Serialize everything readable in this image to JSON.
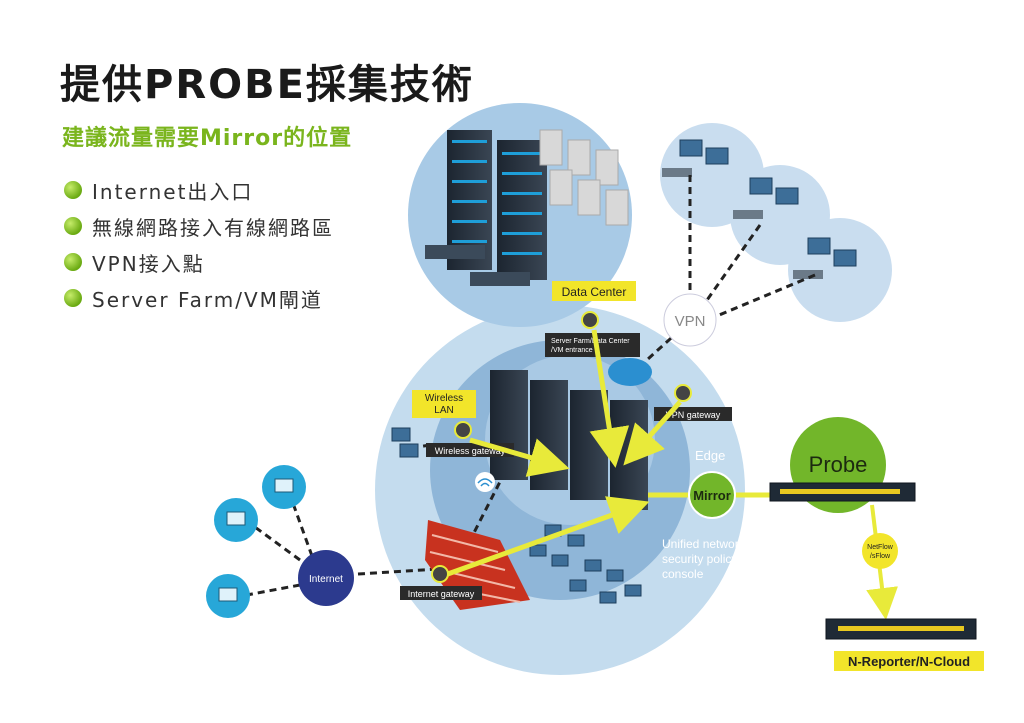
{
  "title": "提供PROBE採集技術",
  "subtitle": "建議流量需要Mirror的位置",
  "bullets": [
    "Internet出入口",
    "無線網路接入有線網路區",
    "VPN接入點",
    "Server Farm/VM閘道"
  ],
  "labels": {
    "data_center": "Data Center",
    "server_farm": [
      "Server Farm/Data Center",
      "/VM entrance"
    ],
    "vpn": "VPN",
    "wireless_lan": [
      "Wireless",
      "LAN"
    ],
    "wireless_gateway": "Wireless gateway",
    "vpn_gateway": "VPN gateway",
    "edge": "Edge",
    "mirror": "Mirror",
    "probe": "Probe",
    "unified": [
      "Unified network",
      "security policy",
      "console"
    ],
    "internet": "Internet",
    "internet_gateway": "Internet gateway",
    "netflow": [
      "NetFlow",
      "/sFlow"
    ],
    "n_reporter": "N-Reporter/N-Cloud"
  },
  "colors": {
    "accent_green": "#7ab51d",
    "label_yellow": "#f2e52a",
    "circle_light": "#c4dcee",
    "circle_mid": "#8fb6d8",
    "probe_green": "#72b62a",
    "internet_blue": "#2c3a8e",
    "client_cyan": "#27a7d8"
  }
}
